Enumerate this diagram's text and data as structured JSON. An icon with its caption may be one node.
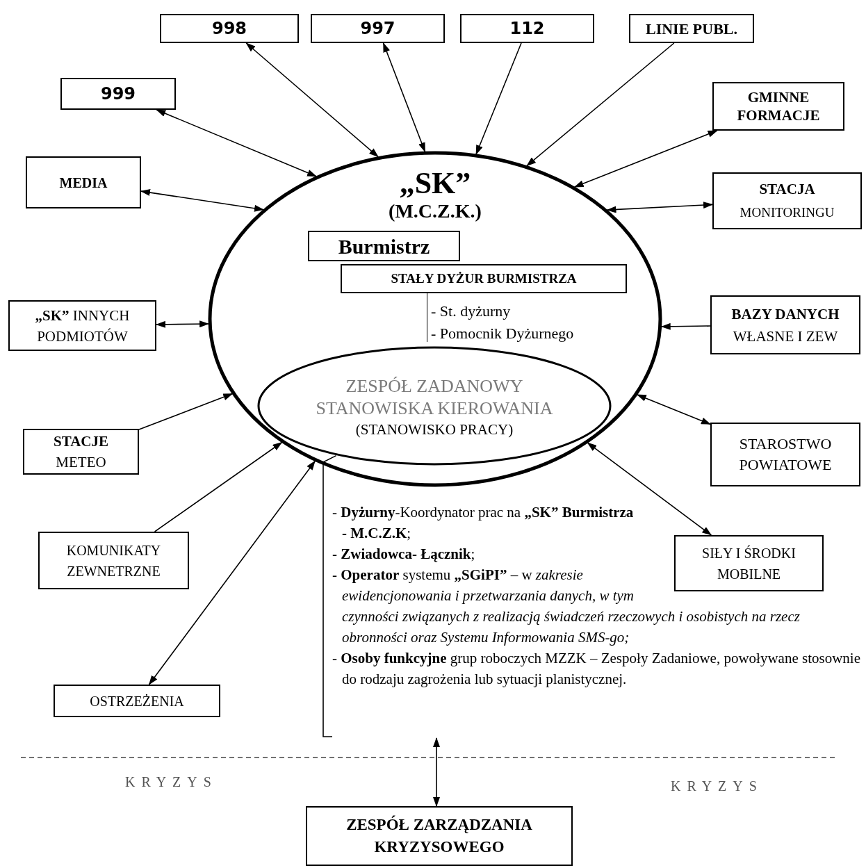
{
  "diagram": {
    "nodes": [
      {
        "text": [
          "„SK”",
          "(M.C.Z.K.)"
        ]
      },
      {
        "text": [
          "Burmistrz"
        ],
        "in": 0
      },
      {
        "text": [
          "STAŁY DYŻUR BURMISTRZA"
        ],
        "in": 0,
        "beside": [
          "- St. dyżurny",
          "- Pomocnik Dyżurnego"
        ]
      },
      {
        "text": [
          "ZESPÓŁ ZADANOWY STANOWISKA KIEROWANIA",
          "(STANOWISKO PRACY)"
        ],
        "in": 0
      },
      {
        "text": [
          "- **Dyżurny**-Koordynator prac na **„SK” Burmistrza - M.C.Z.K**;",
          "- **Zwiadowca- Łącznik**;",
          "- **Operator** systemu **„SGiPI”** – w *zakresie ewidencjonowania i przetwarzania danych, w tym czynności związanych z realizacją świadczeń rzeczowych i osobistych na rzecz obronności oraz Systemu Informowania SMS-go;*",
          "- **Osoby funkcyjne** grup roboczych MZZK – Zespoły Zadaniowe, powoływane stosownie do rodzaju zagrożenia lub sytuacji planistycznej."
        ]
      },
      {
        "text": [
          "ZESPÓŁ ZARZĄDZANIA KRYZYSOWEGO"
        ]
      },
      {
        "text": [
          "998"
        ]
      },
      {
        "text": [
          "997"
        ]
      },
      {
        "text": [
          "112"
        ]
      },
      {
        "text": [
          "LINIE PUBL."
        ]
      },
      {
        "text": [
          "999"
        ]
      },
      {
        "text": [
          "GMINNE FORMACJE"
        ]
      },
      {
        "text": [
          "MEDIA"
        ]
      },
      {
        "text": [
          "STACJA",
          "MONITORINGU"
        ]
      },
      {
        "text": [
          "**„SK”** INNYCH PODMIOTÓW"
        ]
      },
      {
        "text": [
          "BAZY DANYCH",
          "WŁASNE I ZEW"
        ]
      },
      {
        "text": [
          "STACJE",
          "METEO"
        ]
      },
      {
        "text": [
          "STAROSTWO POWIATOWE"
        ]
      },
      {
        "text": [
          "KOMUNIKATY ZEWNETRZNE"
        ]
      },
      {
        "text": [
          "SIŁY I ŚRODKI MOBILNE"
        ]
      },
      {
        "text": [
          "OSTRZEŻENIA"
        ]
      }
    ],
    "edges": [
      {
        "from": 6,
        "to": 0,
        "arrow": "both"
      },
      {
        "from": 7,
        "to": 0,
        "arrow": "both"
      },
      {
        "from": 8,
        "to": 0,
        "arrow": "to"
      },
      {
        "from": 9,
        "to": 0,
        "arrow": "to"
      },
      {
        "from": 10,
        "to": 0,
        "arrow": "both"
      },
      {
        "from": 11,
        "to": 0,
        "arrow": "both"
      },
      {
        "from": 12,
        "to": 0,
        "arrow": "both"
      },
      {
        "from": 13,
        "to": 0,
        "arrow": "both"
      },
      {
        "from": 14,
        "to": 0,
        "arrow": "both"
      },
      {
        "from": 15,
        "to": 0,
        "arrow": "to"
      },
      {
        "from": 16,
        "to": 0,
        "arrow": "to"
      },
      {
        "from": 17,
        "to": 0,
        "arrow": "both"
      },
      {
        "from": 18,
        "to": 0,
        "arrow": "to"
      },
      {
        "from": 19,
        "to": 0,
        "arrow": "both"
      },
      {
        "from": 20,
        "to": 0,
        "arrow": "both"
      },
      {
        "from": 3,
        "to": 4,
        "arrow": "none"
      },
      {
        "from": 4,
        "to": 5,
        "arrow": "both"
      }
    ],
    "labels": [
      "KRYZYS",
      "KRYZYS"
    ]
  }
}
